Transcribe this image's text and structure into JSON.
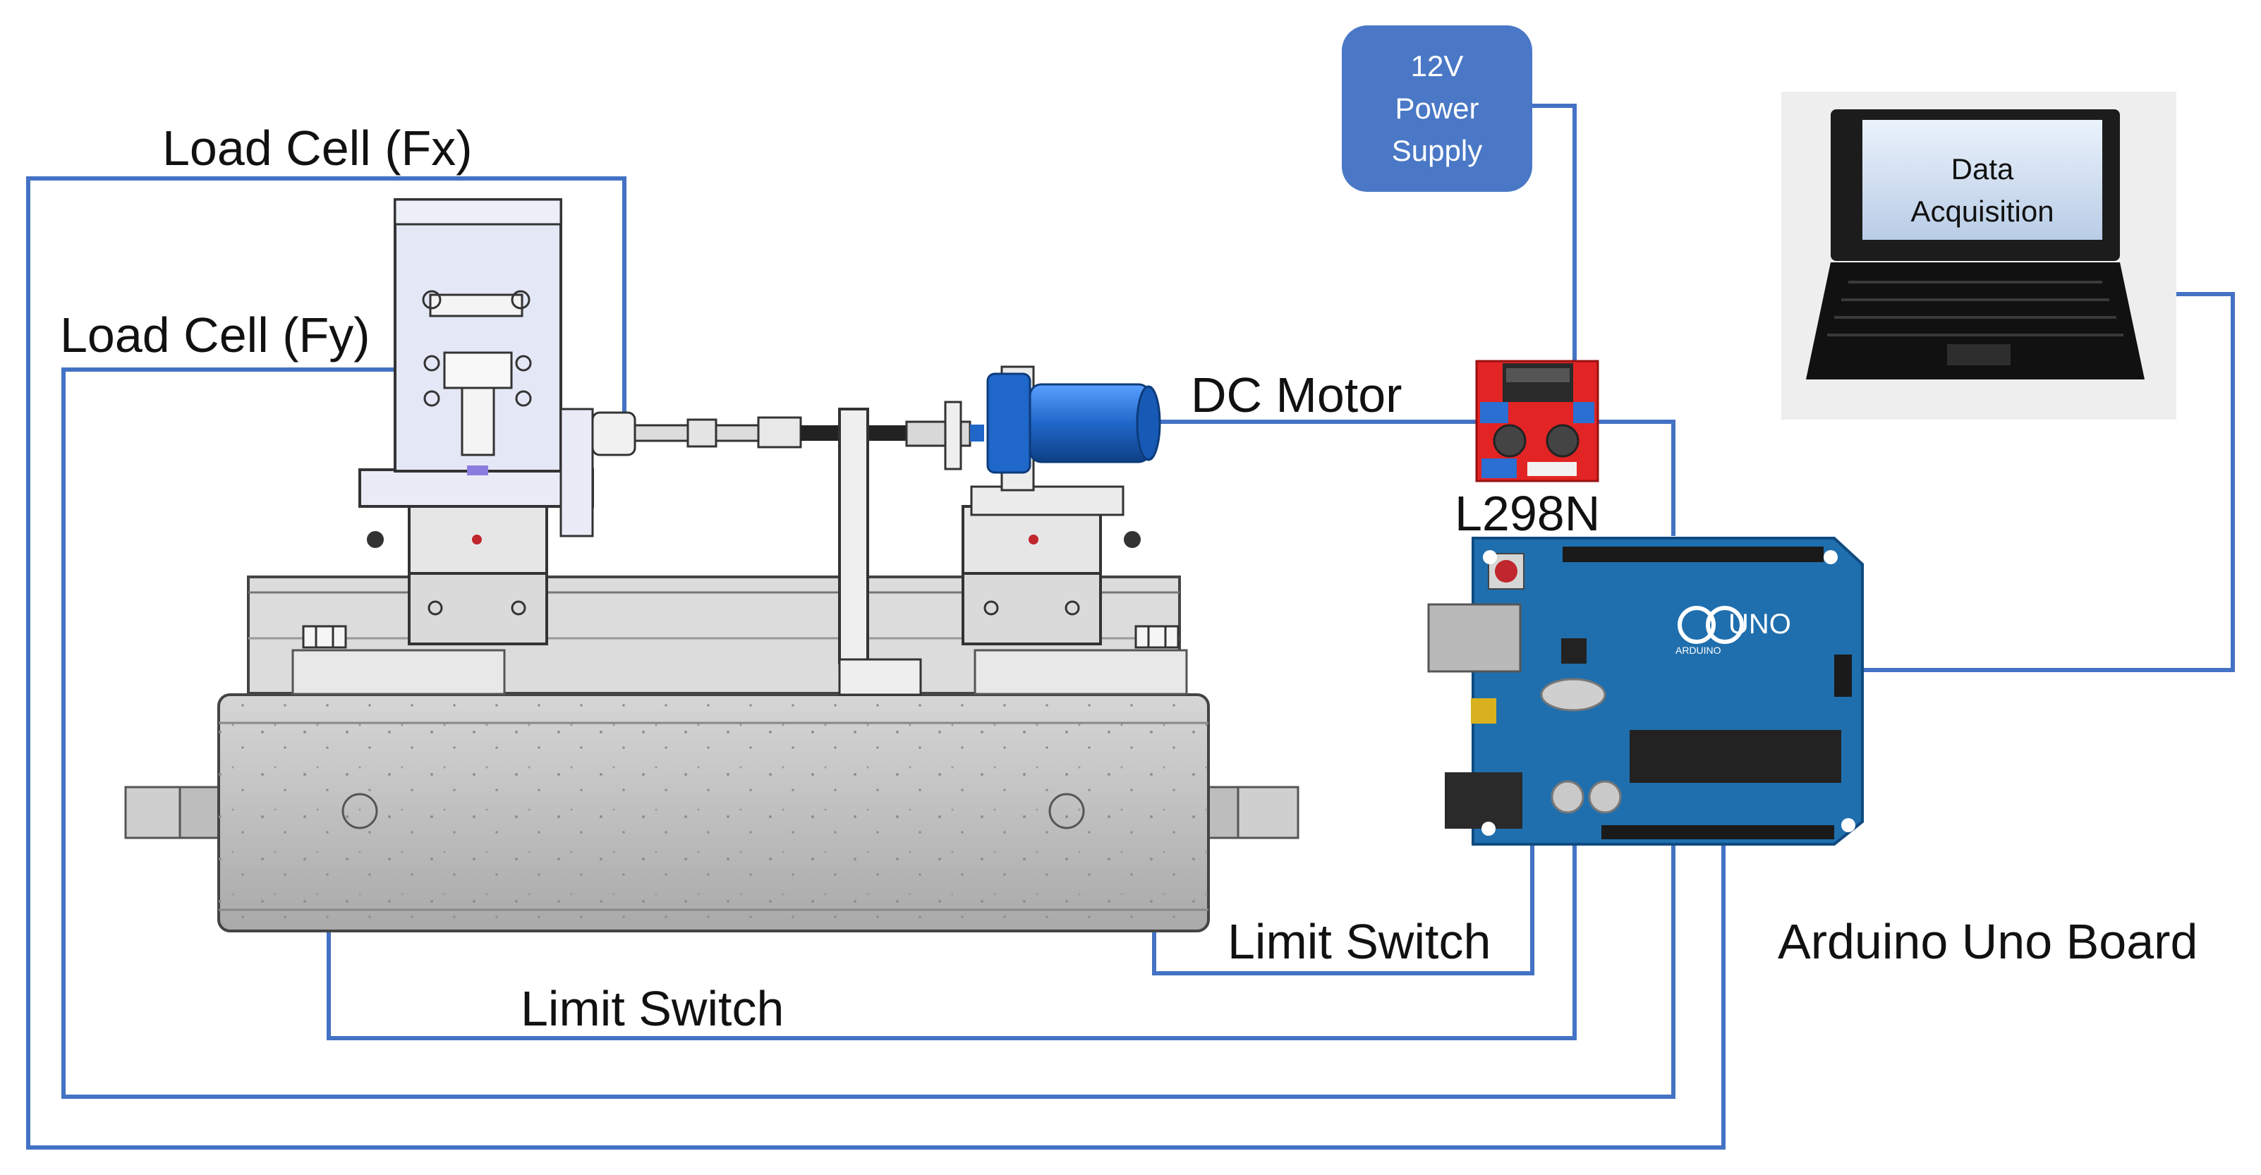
{
  "labels": {
    "load_cell_fx": "Load Cell (Fx)",
    "load_cell_fy": "Load Cell (Fy)",
    "dc_motor": "DC Motor",
    "l298n": "L298N",
    "limit_switch_right": "Limit Switch",
    "limit_switch_left": "Limit Switch",
    "arduino_board": "Arduino Uno Board",
    "arduino_uno_mark": "UNO",
    "arduino_mark": "ARDUINO"
  },
  "power_supply": {
    "line1": "12V",
    "line2": "Power",
    "line3": "Supply"
  },
  "laptop": {
    "line1": "Data",
    "line2": "Acquisition"
  },
  "colors": {
    "wire": "#4472c4",
    "psu": "#4a78c6",
    "arduino_board": "#1f6fae",
    "motor_driver": "#e32424",
    "dc_motor": "#1f67c9",
    "machine_base": "#bdbdbd"
  }
}
